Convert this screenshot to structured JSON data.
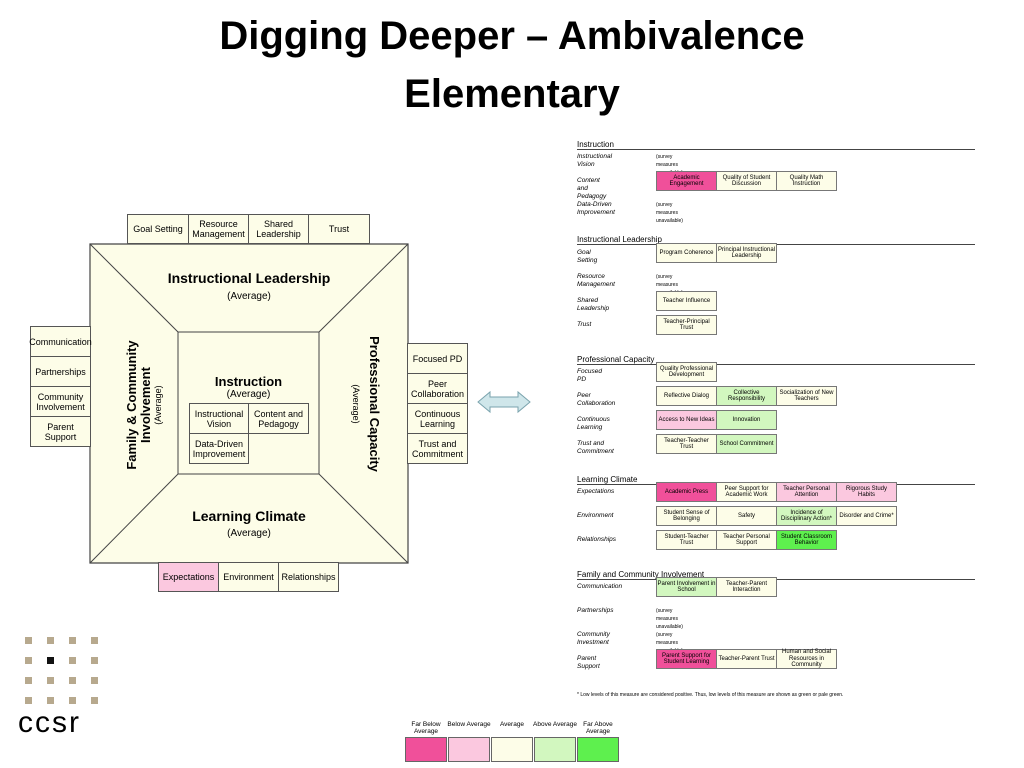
{
  "title_line1": "Digging Deeper – Ambivalence",
  "title_line2": "Elementary",
  "diagram": {
    "top": "Instructional Leadership",
    "top_sub": "(Average)",
    "bottom": "Learning Climate",
    "bottom_sub": "(Average)",
    "left": "Family & Community Involvement",
    "left_sub": "(Average)",
    "right": "Professional Capacity",
    "right_sub": "(Average)",
    "center": "Instruction",
    "center_sub": "(Average)",
    "center_boxes": [
      "Instructional Vision",
      "Content and Pedagogy",
      "Data-Driven Improvement"
    ],
    "top_boxes": [
      "Goal Setting",
      "Resource Management",
      "Shared Leadership",
      "Trust"
    ],
    "left_boxes": [
      "Communication",
      "Partnerships",
      "Community Involvement",
      "Parent Support"
    ],
    "right_boxes": [
      "Focused PD",
      "Peer Collaboration",
      "Continuous Learning",
      "Trust and Commitment"
    ],
    "bottom_boxes": [
      "Expectations",
      "Environment",
      "Relationships"
    ]
  },
  "report": {
    "unavailable": "(survey measures unavailable)",
    "sections": [
      {
        "heading": "Instruction",
        "rows": [
          {
            "label": "Instructional Vision",
            "measures": []
          },
          {
            "label": "Content and Pedagogy",
            "measures": [
              {
                "text": "Academic Engagement",
                "level": 0
              },
              {
                "text": "Quality of Student Discussion",
                "level": 2
              },
              {
                "text": "Quality Math Instruction",
                "level": 2
              }
            ]
          },
          {
            "label": "Data-Driven Improvement",
            "measures": []
          }
        ]
      },
      {
        "heading": "Instructional Leadership",
        "rows": [
          {
            "label": "Goal Setting",
            "measures": [
              {
                "text": "Program Coherence",
                "level": 2
              },
              {
                "text": "Principal Instructional Leadership",
                "level": 2
              }
            ]
          },
          {
            "label": "Resource Management",
            "measures": []
          },
          {
            "label": "Shared Leadership",
            "measures": [
              {
                "text": "Teacher Influence",
                "level": 2
              }
            ]
          },
          {
            "label": "Trust",
            "measures": [
              {
                "text": "Teacher-Principal Trust",
                "level": 2
              }
            ]
          }
        ]
      },
      {
        "heading": "Professional Capacity",
        "rows": [
          {
            "label": "Focused PD",
            "measures": [
              {
                "text": "Quality Professional Development",
                "level": 2
              }
            ]
          },
          {
            "label": "Peer Collaboration",
            "measures": [
              {
                "text": "Reflective Dialog",
                "level": 2
              },
              {
                "text": "Collective Responsibility",
                "level": 3
              },
              {
                "text": "Socialization of New Teachers",
                "level": 2
              }
            ]
          },
          {
            "label": "Continuous Learning",
            "measures": [
              {
                "text": "Access to New Ideas",
                "level": 1
              },
              {
                "text": "Innovation",
                "level": 3
              }
            ]
          },
          {
            "label": "Trust and Commitment",
            "measures": [
              {
                "text": "Teacher-Teacher Trust",
                "level": 2
              },
              {
                "text": "School Commitment",
                "level": 3
              }
            ]
          }
        ]
      },
      {
        "heading": "Learning Climate",
        "rows": [
          {
            "label": "Expectations",
            "measures": [
              {
                "text": "Academic Press",
                "level": 0
              },
              {
                "text": "Peer Support for Academic Work",
                "level": 2
              },
              {
                "text": "Teacher Personal Attention",
                "level": 1
              },
              {
                "text": "Rigorous Study Habits",
                "level": 1
              }
            ]
          },
          {
            "label": "Environment",
            "measures": [
              {
                "text": "Student Sense of Belonging",
                "level": 2
              },
              {
                "text": "Safety",
                "level": 2
              },
              {
                "text": "Incidence of Disciplinary Action*",
                "level": 3
              },
              {
                "text": "Disorder and Crime*",
                "level": 2
              }
            ]
          },
          {
            "label": "Relationships",
            "measures": [
              {
                "text": "Student-Teacher Trust",
                "level": 2
              },
              {
                "text": "Teacher Personal Support",
                "level": 2
              },
              {
                "text": "Student Classroom Behavior",
                "level": 4
              }
            ]
          }
        ]
      },
      {
        "heading": "Family and Community Involvement",
        "rows": [
          {
            "label": "Communication",
            "measures": [
              {
                "text": "Parent Involvement in School",
                "level": 3
              },
              {
                "text": "Teacher-Parent Interaction",
                "level": 2
              }
            ]
          },
          {
            "label": "Partnerships",
            "measures": []
          },
          {
            "label": "Community Investment",
            "measures": []
          },
          {
            "label": "Parent Support",
            "measures": [
              {
                "text": "Parent Support for Student Learning",
                "level": 0
              },
              {
                "text": "Teacher-Parent Trust",
                "level": 2
              },
              {
                "text": "Human and Social Resources in Community",
                "level": 2
              }
            ]
          }
        ]
      }
    ],
    "footnote": "* Low levels of this measure are considered positive. Thus, low levels of this measure are shown as green or pale green."
  },
  "legend": {
    "labels": [
      "Far Below Average",
      "Below Average",
      "Average",
      "Above Average",
      "Far Above Average"
    ],
    "colors": [
      "#f0509a",
      "#fbc8df",
      "#fdfde8",
      "#d2f7bf",
      "#5ef04e"
    ]
  },
  "colors": {
    "box_fill": "#fdfde8",
    "arrow": "#cfe6ea"
  },
  "logo_text": "ccsr"
}
